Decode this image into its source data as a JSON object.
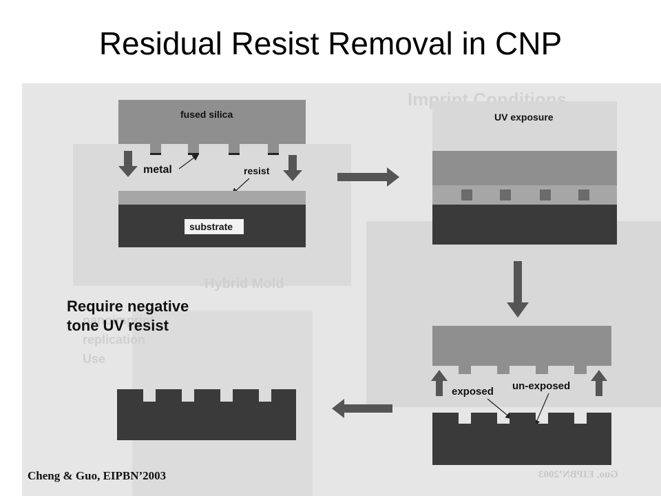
{
  "slide": {
    "title": "Residual Resist Removal in CNP"
  },
  "diagram": {
    "labels": {
      "fused_silica": "fused silica",
      "metal": "metal",
      "resist": "resist",
      "substrate": "substrate",
      "uv_exposure": "UV exposure",
      "exposed": "exposed",
      "unexposed": "un-exposed"
    },
    "note_lines": [
      "Require negative",
      "tone UV resist"
    ],
    "colors": {
      "mold": "#8f8f8f",
      "resist_layer": "#a6a6a6",
      "substrate": "#3a3a3a",
      "arrow": "#555555",
      "uv_region": "#d8d8d8"
    }
  },
  "ghost_text": {
    "hybrid_mold": "Hybrid Mold",
    "heading": "Imprint Conditions",
    "bullets": [
      "nanoimprint",
      "replication",
      "Use"
    ]
  },
  "citation": {
    "credit": "Cheng & Guo, EIPBN’2003",
    "mirrored": "Guo, EIPBN’2003"
  }
}
